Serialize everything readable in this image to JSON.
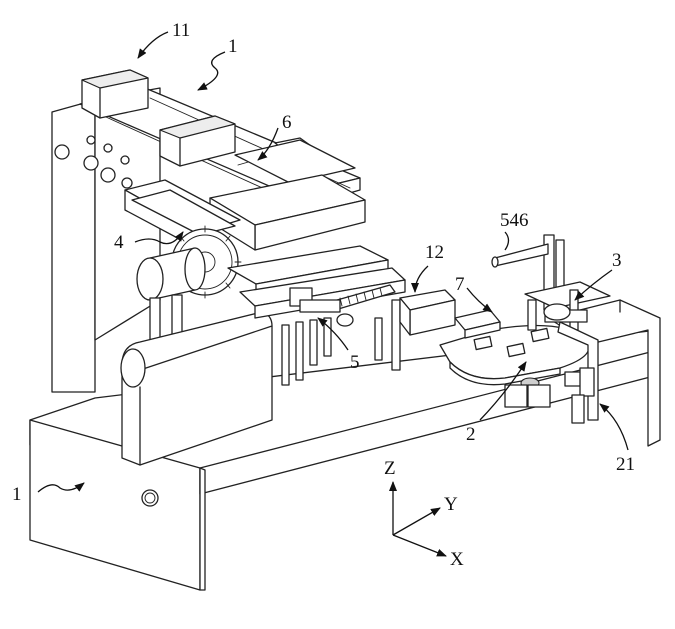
{
  "callouts": [
    {
      "id": "c11",
      "text": "11"
    },
    {
      "id": "c1a",
      "text": "1"
    },
    {
      "id": "c6",
      "text": "6"
    },
    {
      "id": "c4",
      "text": "4"
    },
    {
      "id": "c546",
      "text": "546"
    },
    {
      "id": "c12",
      "text": "12"
    },
    {
      "id": "c3",
      "text": "3"
    },
    {
      "id": "c7",
      "text": "7"
    },
    {
      "id": "c5",
      "text": "5"
    },
    {
      "id": "c2",
      "text": "2"
    },
    {
      "id": "c21",
      "text": "21"
    },
    {
      "id": "c1b",
      "text": "1"
    }
  ],
  "axes": {
    "z": "Z",
    "y": "Y",
    "x": "X"
  }
}
